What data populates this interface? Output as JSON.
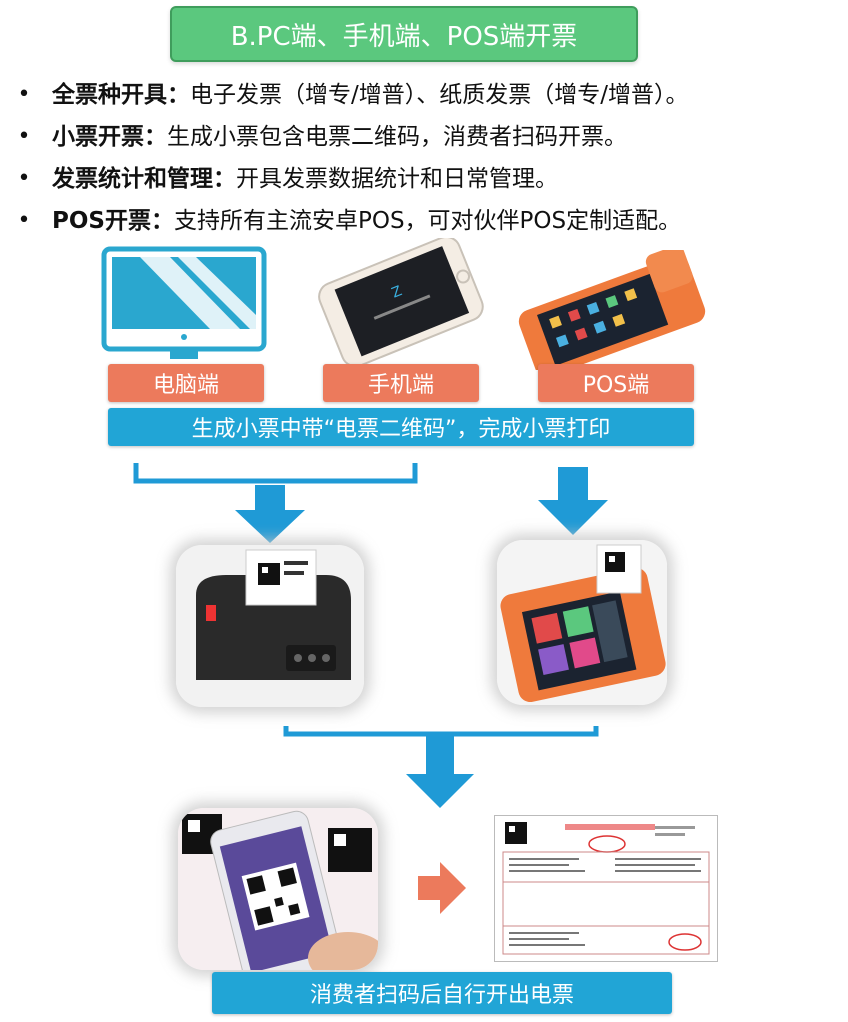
{
  "title": "B.PC端、手机端、POS端开票",
  "bullets": [
    {
      "bold": "全票种开具：",
      "text": "电子发票（增专/增普）、纸质发票（增专/增普）。"
    },
    {
      "bold": "小票开票：",
      "text": "生成小票包含电票二维码，消费者扫码开票。"
    },
    {
      "bold": "发票统计和管理：",
      "text": "开具发票数据统计和日常管理。"
    },
    {
      "bold": "POS开票：",
      "text": "支持所有主流安卓POS，可对伙伴POS定制适配。"
    }
  ],
  "bullet_symbol": "•",
  "device_labels": {
    "pc": "电脑端",
    "mobile": "手机端",
    "pos": "POS端"
  },
  "step1_text": "生成小票中带“电票二维码”，完成小票打印",
  "final_text": "消费者扫码后自行开出电票",
  "colors": {
    "title_bg": "#5bc87e",
    "orange": "#ec7a5c",
    "blue": "#21a5d6",
    "arrow": "#1f9ad6"
  }
}
